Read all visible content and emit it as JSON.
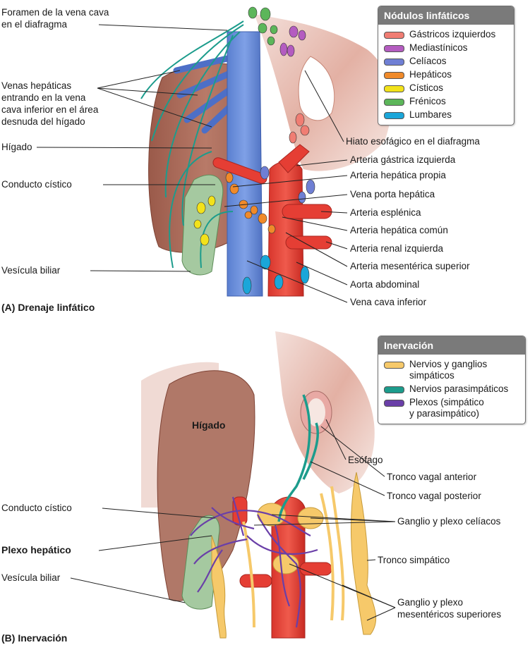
{
  "panelA": {
    "caption": "(A) Drenaje linfático",
    "legend": {
      "title": "Nódulos linfáticos",
      "items": [
        {
          "label": "Gástricos izquierdos",
          "color": "#f07d73"
        },
        {
          "label": "Mediastínicos",
          "color": "#b45cc0"
        },
        {
          "label": "Celíacos",
          "color": "#6f7fd4"
        },
        {
          "label": "Hepáticos",
          "color": "#f08a2a"
        },
        {
          "label": "Císticos",
          "color": "#f2e21a"
        },
        {
          "label": "Frénicos",
          "color": "#5cb65a"
        },
        {
          "label": "Lumbares",
          "color": "#1aa6d9"
        }
      ]
    },
    "labels": {
      "foramen": "Foramen de la vena cava\nen el diafragma",
      "venas_hepaticas": "Venas hepáticas\nentrando en la vena\ncava inferior en el área\ndesnuda del hígado",
      "higado": "Hígado",
      "conducto_cistico": "Conducto cístico",
      "vesicula": "Vesícula biliar",
      "hiato": "Hiato esofágico en el diafragma",
      "gastrica_izq": "Arteria gástrica izquierda",
      "hepatica_propia": "Arteria hepática propia",
      "porta": "Vena porta hepática",
      "esplenica": "Arteria esplénica",
      "hepatica_comun": "Arteria hepática común",
      "renal_izq": "Arteria renal izquierda",
      "mesenterica_sup": "Arteria mesentérica superior",
      "aorta": "Aorta abdominal",
      "cava_inf": "Vena cava inferior"
    }
  },
  "panelB": {
    "caption": "(B) Inervación",
    "legend": {
      "title": "Inervación",
      "items": [
        {
          "label": "Nervios y ganglios\nsimpáticos",
          "color": "#f6c96a"
        },
        {
          "label": "Nervios parasimpáticos",
          "color": "#1c9c8c"
        },
        {
          "label": "Plexos (simpático\ny parasimpático)",
          "color": "#6a3fa8"
        }
      ]
    },
    "labels": {
      "higado": "Hígado",
      "conducto_cistico": "Conducto cístico",
      "plexo_hepatico": "Plexo hepático",
      "vesicula": "Vesícula biliar",
      "esofago": "Esófago",
      "vagal_anterior": "Tronco vagal anterior",
      "vagal_posterior": "Tronco vagal posterior",
      "celiacos": "Ganglio y plexo celíacos",
      "tronco_simpatico": "Tronco simpático",
      "mesentericos": "Ganglio y plexo\nmesentéricos superiores"
    }
  }
}
